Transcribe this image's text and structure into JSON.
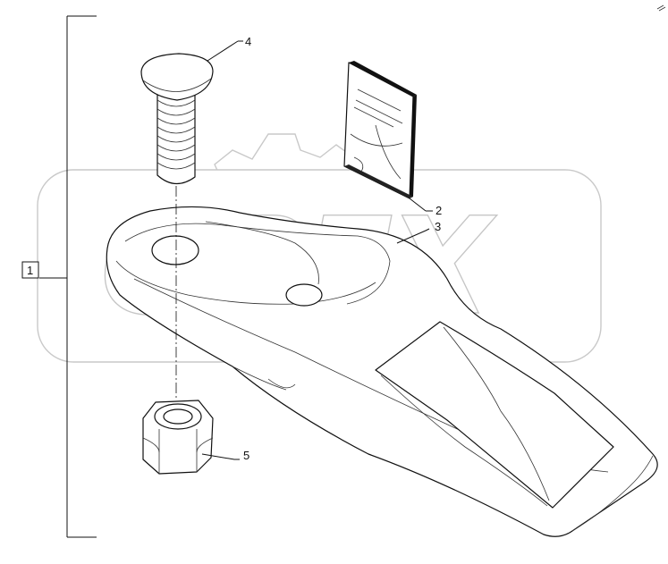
{
  "watermark": {
    "text": "OPEX"
  },
  "callouts": {
    "group": "1",
    "manual": "2",
    "tooth": "3",
    "bolt": "4",
    "nut": "5"
  }
}
